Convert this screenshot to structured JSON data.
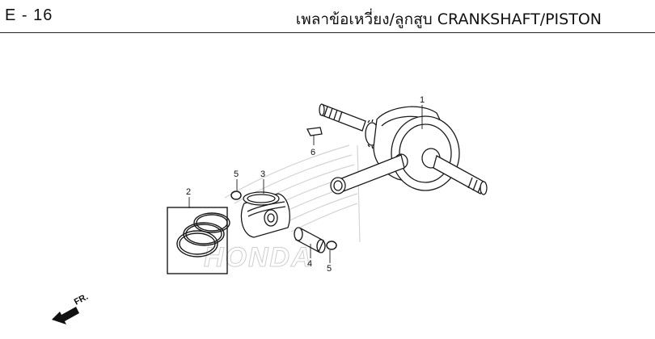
{
  "header": {
    "section_code": "E - 16",
    "title": "เพลาข้อเหวี่ยง/ลูกสูบ CRANKSHAFT/PISTON"
  },
  "diagram": {
    "callouts": [
      "1",
      "2",
      "3",
      "4",
      "5",
      "5",
      "6"
    ],
    "watermark_logo": "HONDA",
    "direction_label": "FR."
  }
}
